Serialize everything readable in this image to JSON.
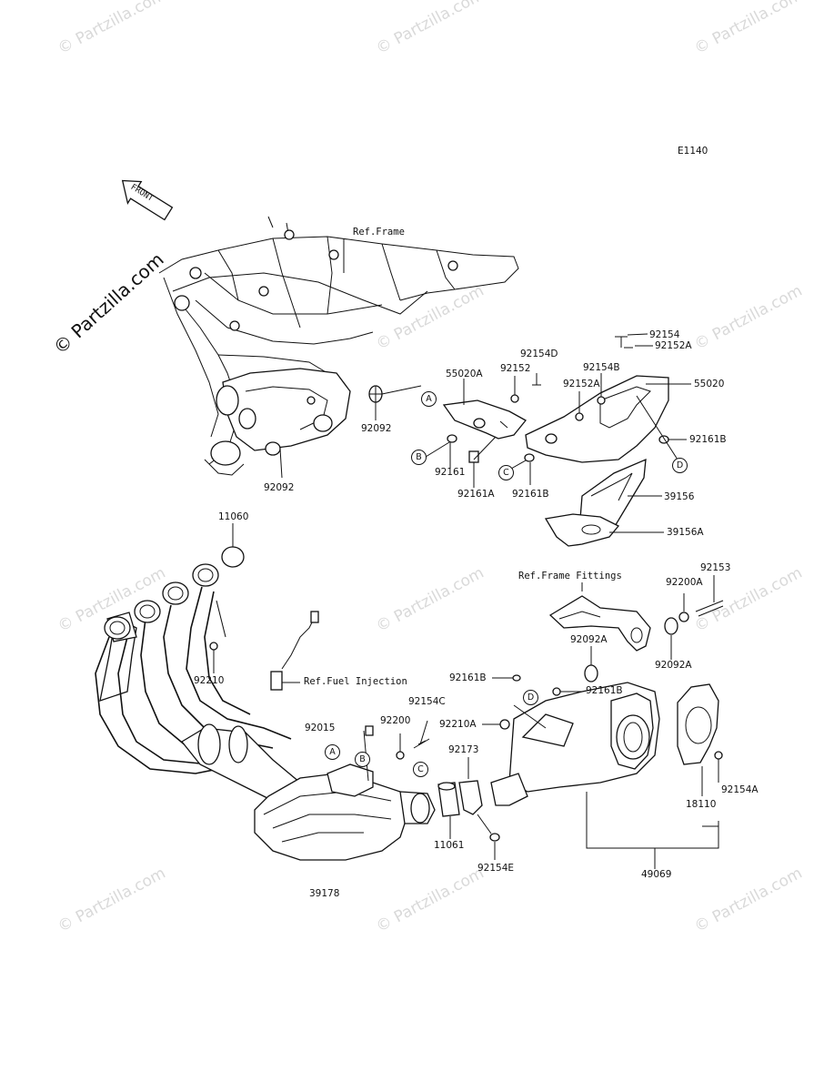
{
  "diagram_code": "E1140",
  "front_label": "FRONT",
  "watermark": "© Partzilla.com",
  "big_watermark": "© Partzilla.com",
  "references": {
    "frame": "Ref.Frame",
    "frame_fittings": "Ref.Frame Fittings",
    "fuel_injection": "Ref.Fuel Injection"
  },
  "callouts": {
    "A": "A",
    "B": "B",
    "C": "C",
    "D": "D"
  },
  "parts": {
    "p92092_top": "92092",
    "p92092_bottom": "92092",
    "p55020A": "55020A",
    "p92152": "92152",
    "p92154D": "92154D",
    "p92154": "92154",
    "p92152A_top": "92152A",
    "p92154B": "92154B",
    "p92152A_mid": "92152A",
    "p55020": "55020",
    "p92161B_right": "92161B",
    "p92161": "92161",
    "p92161A": "92161A",
    "p92161B_low": "92161B",
    "p39156": "39156",
    "p39156A": "39156A",
    "p11060": "11060",
    "p92153": "92153",
    "p92200A": "92200A",
    "p92092A_top": "92092A",
    "p92092A_bottom": "92092A",
    "p92210": "92210",
    "p92161B_muffler": "92161B",
    "p92161B_muffler2": "92161B",
    "p92154C": "92154C",
    "p92015": "92015",
    "p92200": "92200",
    "p92210A": "92210A",
    "p92173": "92173",
    "p11061": "11061",
    "p92154E": "92154E",
    "p39178": "39178",
    "p18110": "18110",
    "p92154A": "92154A",
    "p49069": "49069"
  }
}
